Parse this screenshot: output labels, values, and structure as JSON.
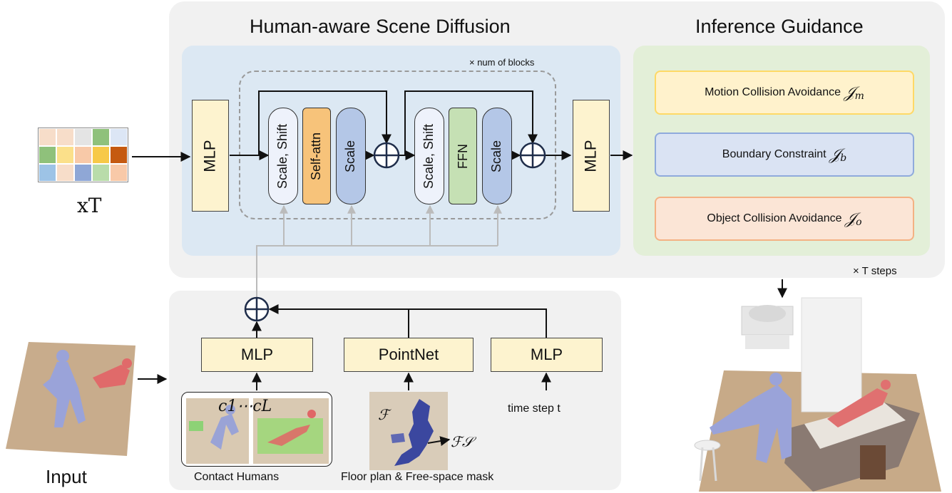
{
  "titles": {
    "diffusion": "Human-aware Scene Diffusion",
    "guidance": "Inference Guidance"
  },
  "blocks_label": "× num of blocks",
  "steps_label": "× T steps",
  "input": {
    "latent_label": "xT",
    "input_label": "Input",
    "grid_colors": [
      "#f7ddc9",
      "#f7ddc9",
      "#e4e4e4",
      "#8fc17b",
      "#dce6f5",
      "#8fc17b",
      "#fbe08a",
      "#f8c9a8",
      "#f7c948",
      "#c55a11",
      "#9dc3e6",
      "#f7ddc9",
      "#8fa7d6",
      "#b9dcaa",
      "#f8c9a8"
    ]
  },
  "network": {
    "mlp_in": "MLP",
    "mlp_out": "MLP",
    "block1": {
      "scale_shift": "Scale, Shift",
      "op": "Self-attn",
      "scale": "Scale"
    },
    "block2": {
      "scale_shift": "Scale, Shift",
      "op": "FFN",
      "scale": "Scale"
    }
  },
  "guidance": {
    "items": [
      {
        "text": "Motion Collision Avoidance",
        "symbol": "𝒥",
        "sub": "m"
      },
      {
        "text": "Boundary Constraint",
        "symbol": "𝒥",
        "sub": "b"
      },
      {
        "text": "Object Collision Avoidance",
        "symbol": "𝒥",
        "sub": "o"
      }
    ]
  },
  "conditions": {
    "mlp_contact": "MLP",
    "pointnet": "PointNet",
    "mlp_time": "MLP",
    "contact_label": "Contact Humans",
    "floor_label": "Floor plan & Free-space mask",
    "time_label": "time step t",
    "contact_symbols": "c1⋯cL",
    "floor_symbol": "ℱ",
    "free_space_symbol": "ℱ𝒮"
  },
  "colors": {
    "panel_gray": "#f1f1f1",
    "panel_blue": "#dce8f3",
    "panel_green": "#e3efd8",
    "mlp_fill": "#fdf3cf",
    "scale_shift_fill": "#eef2fb",
    "self_attn_fill": "#f7c37a",
    "ffn_fill": "#c5e0b4",
    "scale_fill": "#b4c7e7",
    "guide_motion": "#fff2cc",
    "guide_motion_border": "#ffd966",
    "guide_boundary": "#dae3f3",
    "guide_boundary_border": "#8faadc",
    "guide_object": "#fbe5d6",
    "guide_object_border": "#f4b183"
  }
}
